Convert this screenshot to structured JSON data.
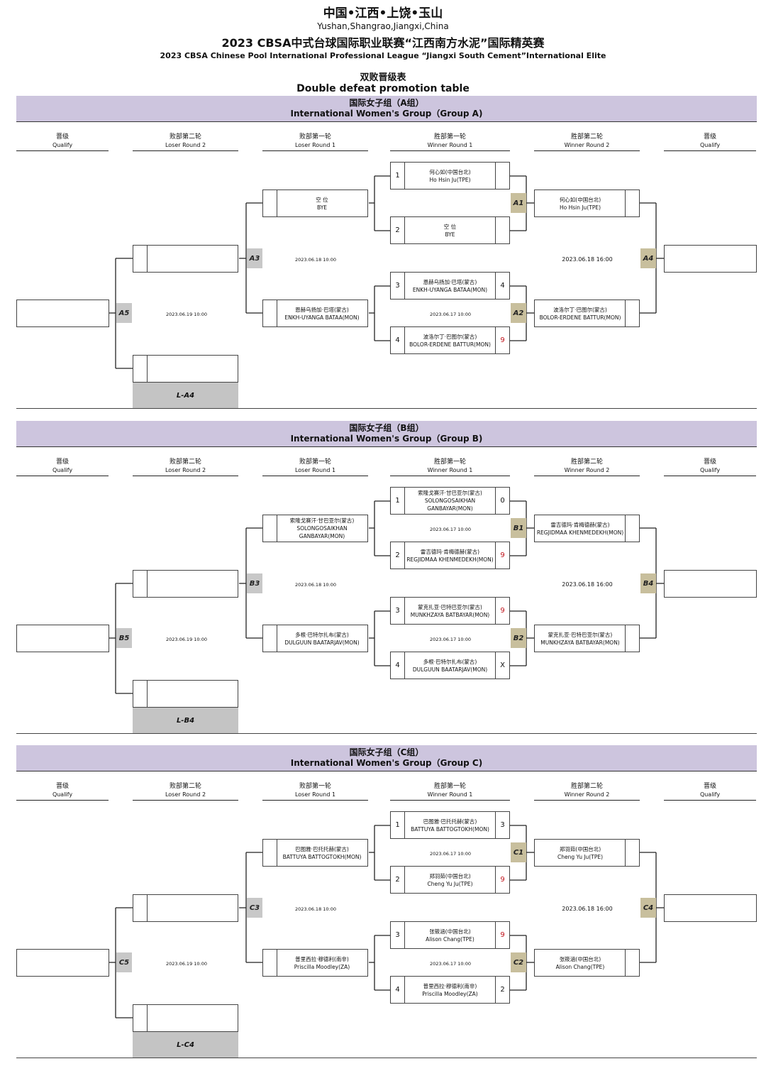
{
  "header": {
    "location_cn": "中国•江西•上饶•玉山",
    "location_en": "Yushan,Shangrao,Jiangxi,China",
    "event_cn": "2023 CBSA中式台球国际职业联赛“江西南方水泥”国际精英赛",
    "event_en": "2023 CBSA Chinese Pool International Professional League “Jiangxi South Cement”International Elite",
    "table_cn": "双败晋级表",
    "table_en": "Double defeat promotion table"
  },
  "columns": {
    "qualify_cn": "晋级",
    "qualify_en": "Qualify",
    "lr2_cn": "败部第二轮",
    "lr2_en": "Loser Round 2",
    "lr1_cn": "败部第一轮",
    "lr1_en": "Loser Round 1",
    "wr1_cn": "胜部第一轮",
    "wr1_en": "Winner Round 1",
    "wr2_cn": "胜部第二轮",
    "wr2_en": "Winner Round 2"
  },
  "colors": {
    "band": "#cdc5de",
    "winner_label": "#c8bf9d",
    "loser_label": "#c8c8c8",
    "win_score": "#c0141c"
  },
  "groups": [
    {
      "title_cn": "国际女子组（A组）",
      "title_en": "International Women's Group（Group A)",
      "labels": {
        "m1": "A1",
        "m2": "A2",
        "m3": "A3",
        "m4": "A4",
        "m5": "A5",
        "loser": "L-A4"
      },
      "dates": {
        "m1": "",
        "m2": "2023.06.17 10:00",
        "m3": "2023.06.18 10:00",
        "m4": "2023.06.18 16:00",
        "m5": "2023.06.19 10:00"
      },
      "wr1": [
        {
          "seed": "1",
          "cn": "何心如(中国台北)",
          "en": "Ho Hsin Ju(TPE)",
          "score": "",
          "win": false
        },
        {
          "seed": "2",
          "cn": "空 位",
          "en": "BYE",
          "score": "",
          "win": false
        },
        {
          "seed": "3",
          "cn": "恩赫乌扬加·巴塔(蒙古)",
          "en": "ENKH-UYANGA BATAA(MON)",
          "score": "4",
          "win": false
        },
        {
          "seed": "4",
          "cn": "波洛尔丁·巴图尔(蒙古)",
          "en": "BOLOR-ERDENE BATTUR(MON)",
          "score": "9",
          "win": true
        }
      ],
      "wr2": [
        {
          "cn": "何心如(中国台北)",
          "en": "Ho Hsin Ju(TPE)"
        },
        {
          "cn": "波洛尔丁·巴图尔(蒙古)",
          "en": "BOLOR-ERDENE BATTUR(MON)"
        }
      ],
      "lr1": [
        {
          "cn": "空 位",
          "en": "BYE"
        },
        {
          "cn": "恩赫乌扬加·巴塔(蒙古)",
          "en": "ENKH-UYANGA BATAA(MON)"
        }
      ]
    },
    {
      "title_cn": "国际女子组（B组）",
      "title_en": "International Women's Group（Group B)",
      "labels": {
        "m1": "B1",
        "m2": "B2",
        "m3": "B3",
        "m4": "B4",
        "m5": "B5",
        "loser": "L-B4"
      },
      "dates": {
        "m1": "2023.06.17 10:00",
        "m2": "2023.06.17 10:00",
        "m3": "2023.06.18 10:00",
        "m4": "2023.06.18 16:00",
        "m5": "2023.06.19 10:00"
      },
      "wr1": [
        {
          "seed": "1",
          "cn": "索隆戈赛汗·甘巴亚尔(蒙古)",
          "en": "SOLONGOSAIKHAN GANBAYAR(MON)",
          "score": "0",
          "win": false
        },
        {
          "seed": "2",
          "cn": "雷吉德玛·肯梅德赫(蒙古)",
          "en": "REGJIDMAA KHENMEDEKH(MON)",
          "score": "9",
          "win": true
        },
        {
          "seed": "3",
          "cn": "蒙克扎亚·巴特巴亚尔(蒙古)",
          "en": "MUNKHZAYA BATBAYAR(MON)",
          "score": "9",
          "win": true
        },
        {
          "seed": "4",
          "cn": "多根·巴特尔扎布(蒙古)",
          "en": "DULGUUN BAATARJAV(MON)",
          "score": "X",
          "win": false
        }
      ],
      "wr2": [
        {
          "cn": "雷吉德玛·肯梅德赫(蒙古)",
          "en": "REGJIDMAA KHENMEDEKH(MON)"
        },
        {
          "cn": "蒙克扎亚·巴特巴亚尔(蒙古)",
          "en": "MUNKHZAYA BATBAYAR(MON)"
        }
      ],
      "lr1": [
        {
          "cn": "索隆戈赛汗·甘巴亚尔(蒙古)",
          "en": "SOLONGOSAIKHAN GANBAYAR(MON)"
        },
        {
          "cn": "多根·巴特尔扎布(蒙古)",
          "en": "DULGUUN BAATARJAV(MON)"
        }
      ]
    },
    {
      "title_cn": "国际女子组（C组）",
      "title_en": "International Women's Group（Group C)",
      "labels": {
        "m1": "C1",
        "m2": "C2",
        "m3": "C3",
        "m4": "C4",
        "m5": "C5",
        "loser": "L-C4"
      },
      "dates": {
        "m1": "2023.06.17 10:00",
        "m2": "2023.06.17 10:00",
        "m3": "2023.06.18 10:00",
        "m4": "2023.06.18 16:00",
        "m5": "2023.06.19 10:00"
      },
      "wr1": [
        {
          "seed": "1",
          "cn": "巴图雅·巴托托赫(蒙古)",
          "en": "BATTUYA BATTOGTOKH(MON)",
          "score": "3",
          "win": false
        },
        {
          "seed": "2",
          "cn": "郑羽茹(中国台北)",
          "en": "Cheng Yu Ju(TPE)",
          "score": "9",
          "win": true
        },
        {
          "seed": "3",
          "cn": "张筱涵(中国台北)",
          "en": "Alison Chang(TPE)",
          "score": "9",
          "win": true
        },
        {
          "seed": "4",
          "cn": "普里西拉·穆德利(南非)",
          "en": "Priscilla Moodley(ZA)",
          "score": "2",
          "win": false
        }
      ],
      "wr2": [
        {
          "cn": "郑羽茹(中国台北)",
          "en": "Cheng Yu Ju(TPE)"
        },
        {
          "cn": "张筱涵(中国台北)",
          "en": "Alison Chang(TPE)"
        }
      ],
      "lr1": [
        {
          "cn": "巴图雅·巴托托赫(蒙古)",
          "en": "BATTUYA BATTOGTOKH(MON)"
        },
        {
          "cn": "普里西拉·穆德利(南非)",
          "en": "Priscilla Moodley(ZA)"
        }
      ]
    }
  ]
}
